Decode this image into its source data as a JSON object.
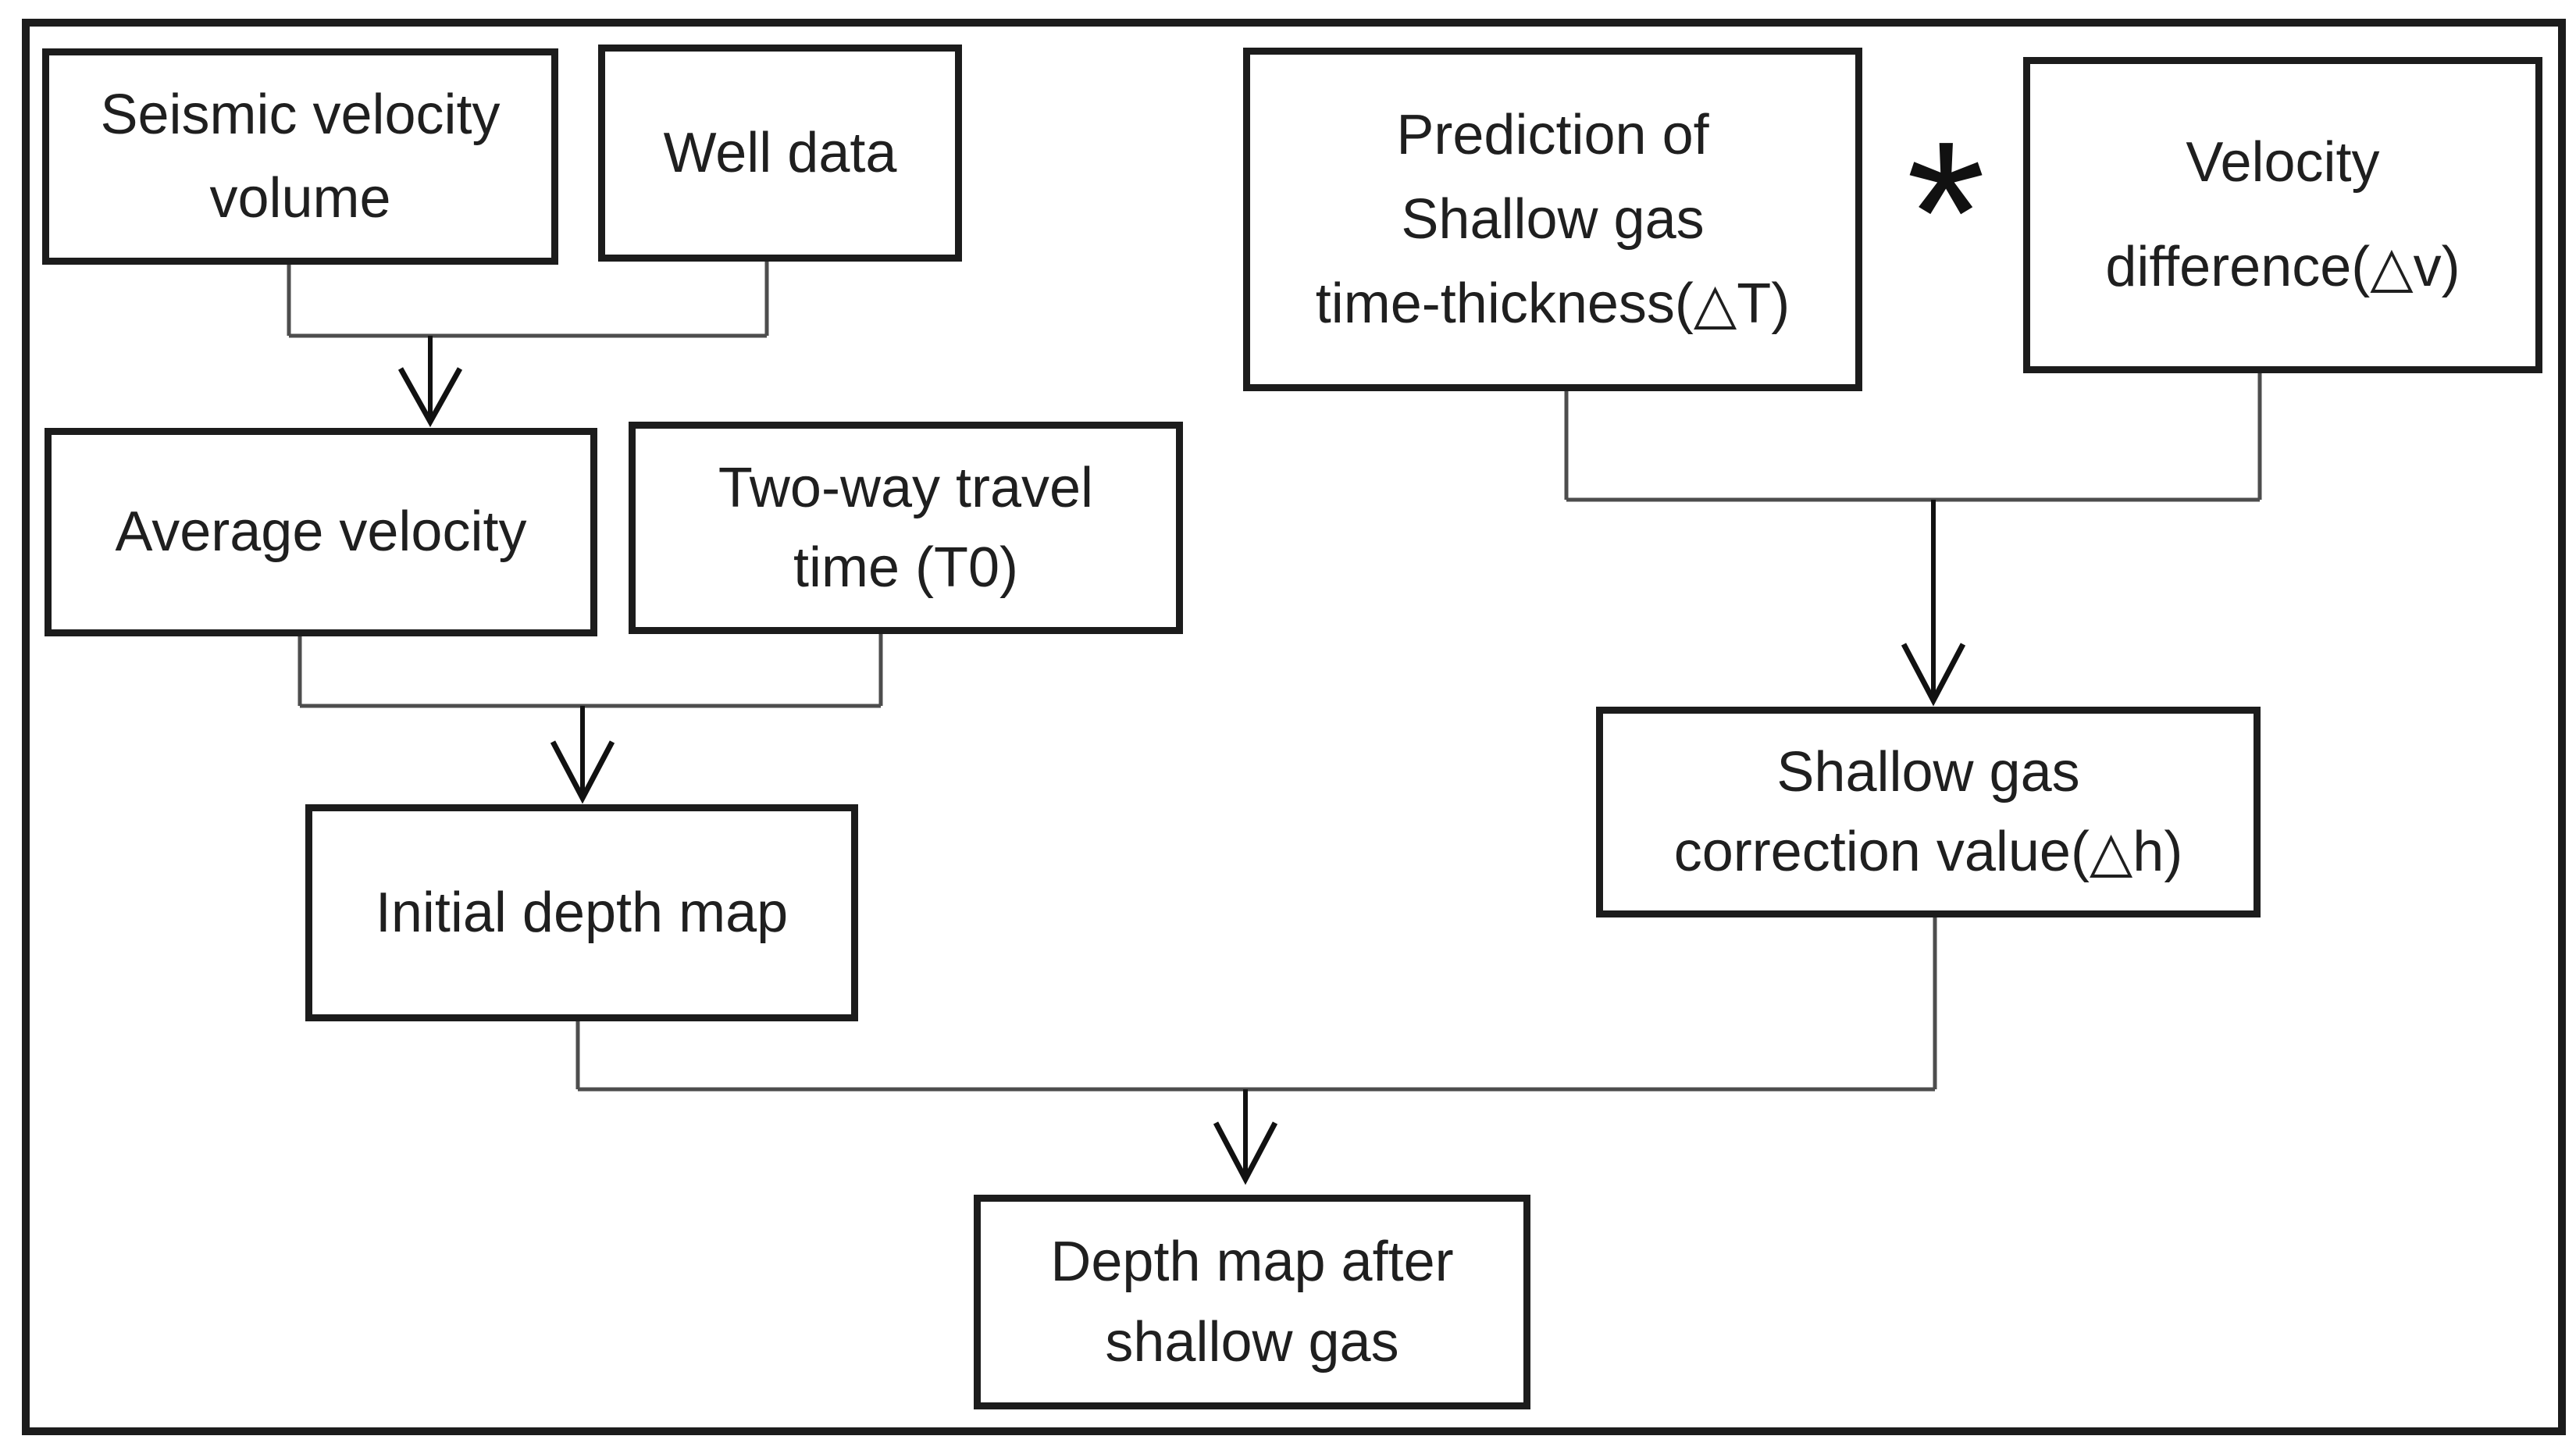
{
  "flowchart": {
    "colors": {
      "background": "#ffffff",
      "border_color": "#1c1c1c",
      "connector_color": "#4d4d4d",
      "arrow_color": "#111111",
      "text_color": "#1f1f1f"
    },
    "operator": "*",
    "nodes": [
      {
        "id": "seismic-velocity-volume",
        "label": "Seismic velocity\nvolume"
      },
      {
        "id": "well-data",
        "label": "Well data"
      },
      {
        "id": "prediction-shallow-gas",
        "label": "Prediction of\nShallow gas\ntime-thickness(△T)"
      },
      {
        "id": "velocity-difference",
        "label": "Velocity\ndifference(△v)"
      },
      {
        "id": "average-velocity",
        "label": "Average velocity"
      },
      {
        "id": "two-way-travel-time",
        "label": "Two-way travel\ntime (T0)"
      },
      {
        "id": "shallow-gas-correction",
        "label": "Shallow gas\ncorrection value(△h)"
      },
      {
        "id": "initial-depth-map",
        "label": "Initial depth map"
      },
      {
        "id": "depth-map-after-shallow-gas",
        "label": "Depth map after\nshallow gas"
      }
    ],
    "edges": [
      {
        "from": [
          "seismic-velocity-volume",
          "well-data"
        ],
        "to": "average-velocity"
      },
      {
        "from": [
          "average-velocity",
          "two-way-travel-time"
        ],
        "to": "initial-depth-map"
      },
      {
        "from": [
          "prediction-shallow-gas",
          "velocity-difference"
        ],
        "to": "shallow-gas-correction",
        "operator": "*"
      },
      {
        "from": [
          "initial-depth-map",
          "shallow-gas-correction"
        ],
        "to": "depth-map-after-shallow-gas"
      }
    ]
  }
}
